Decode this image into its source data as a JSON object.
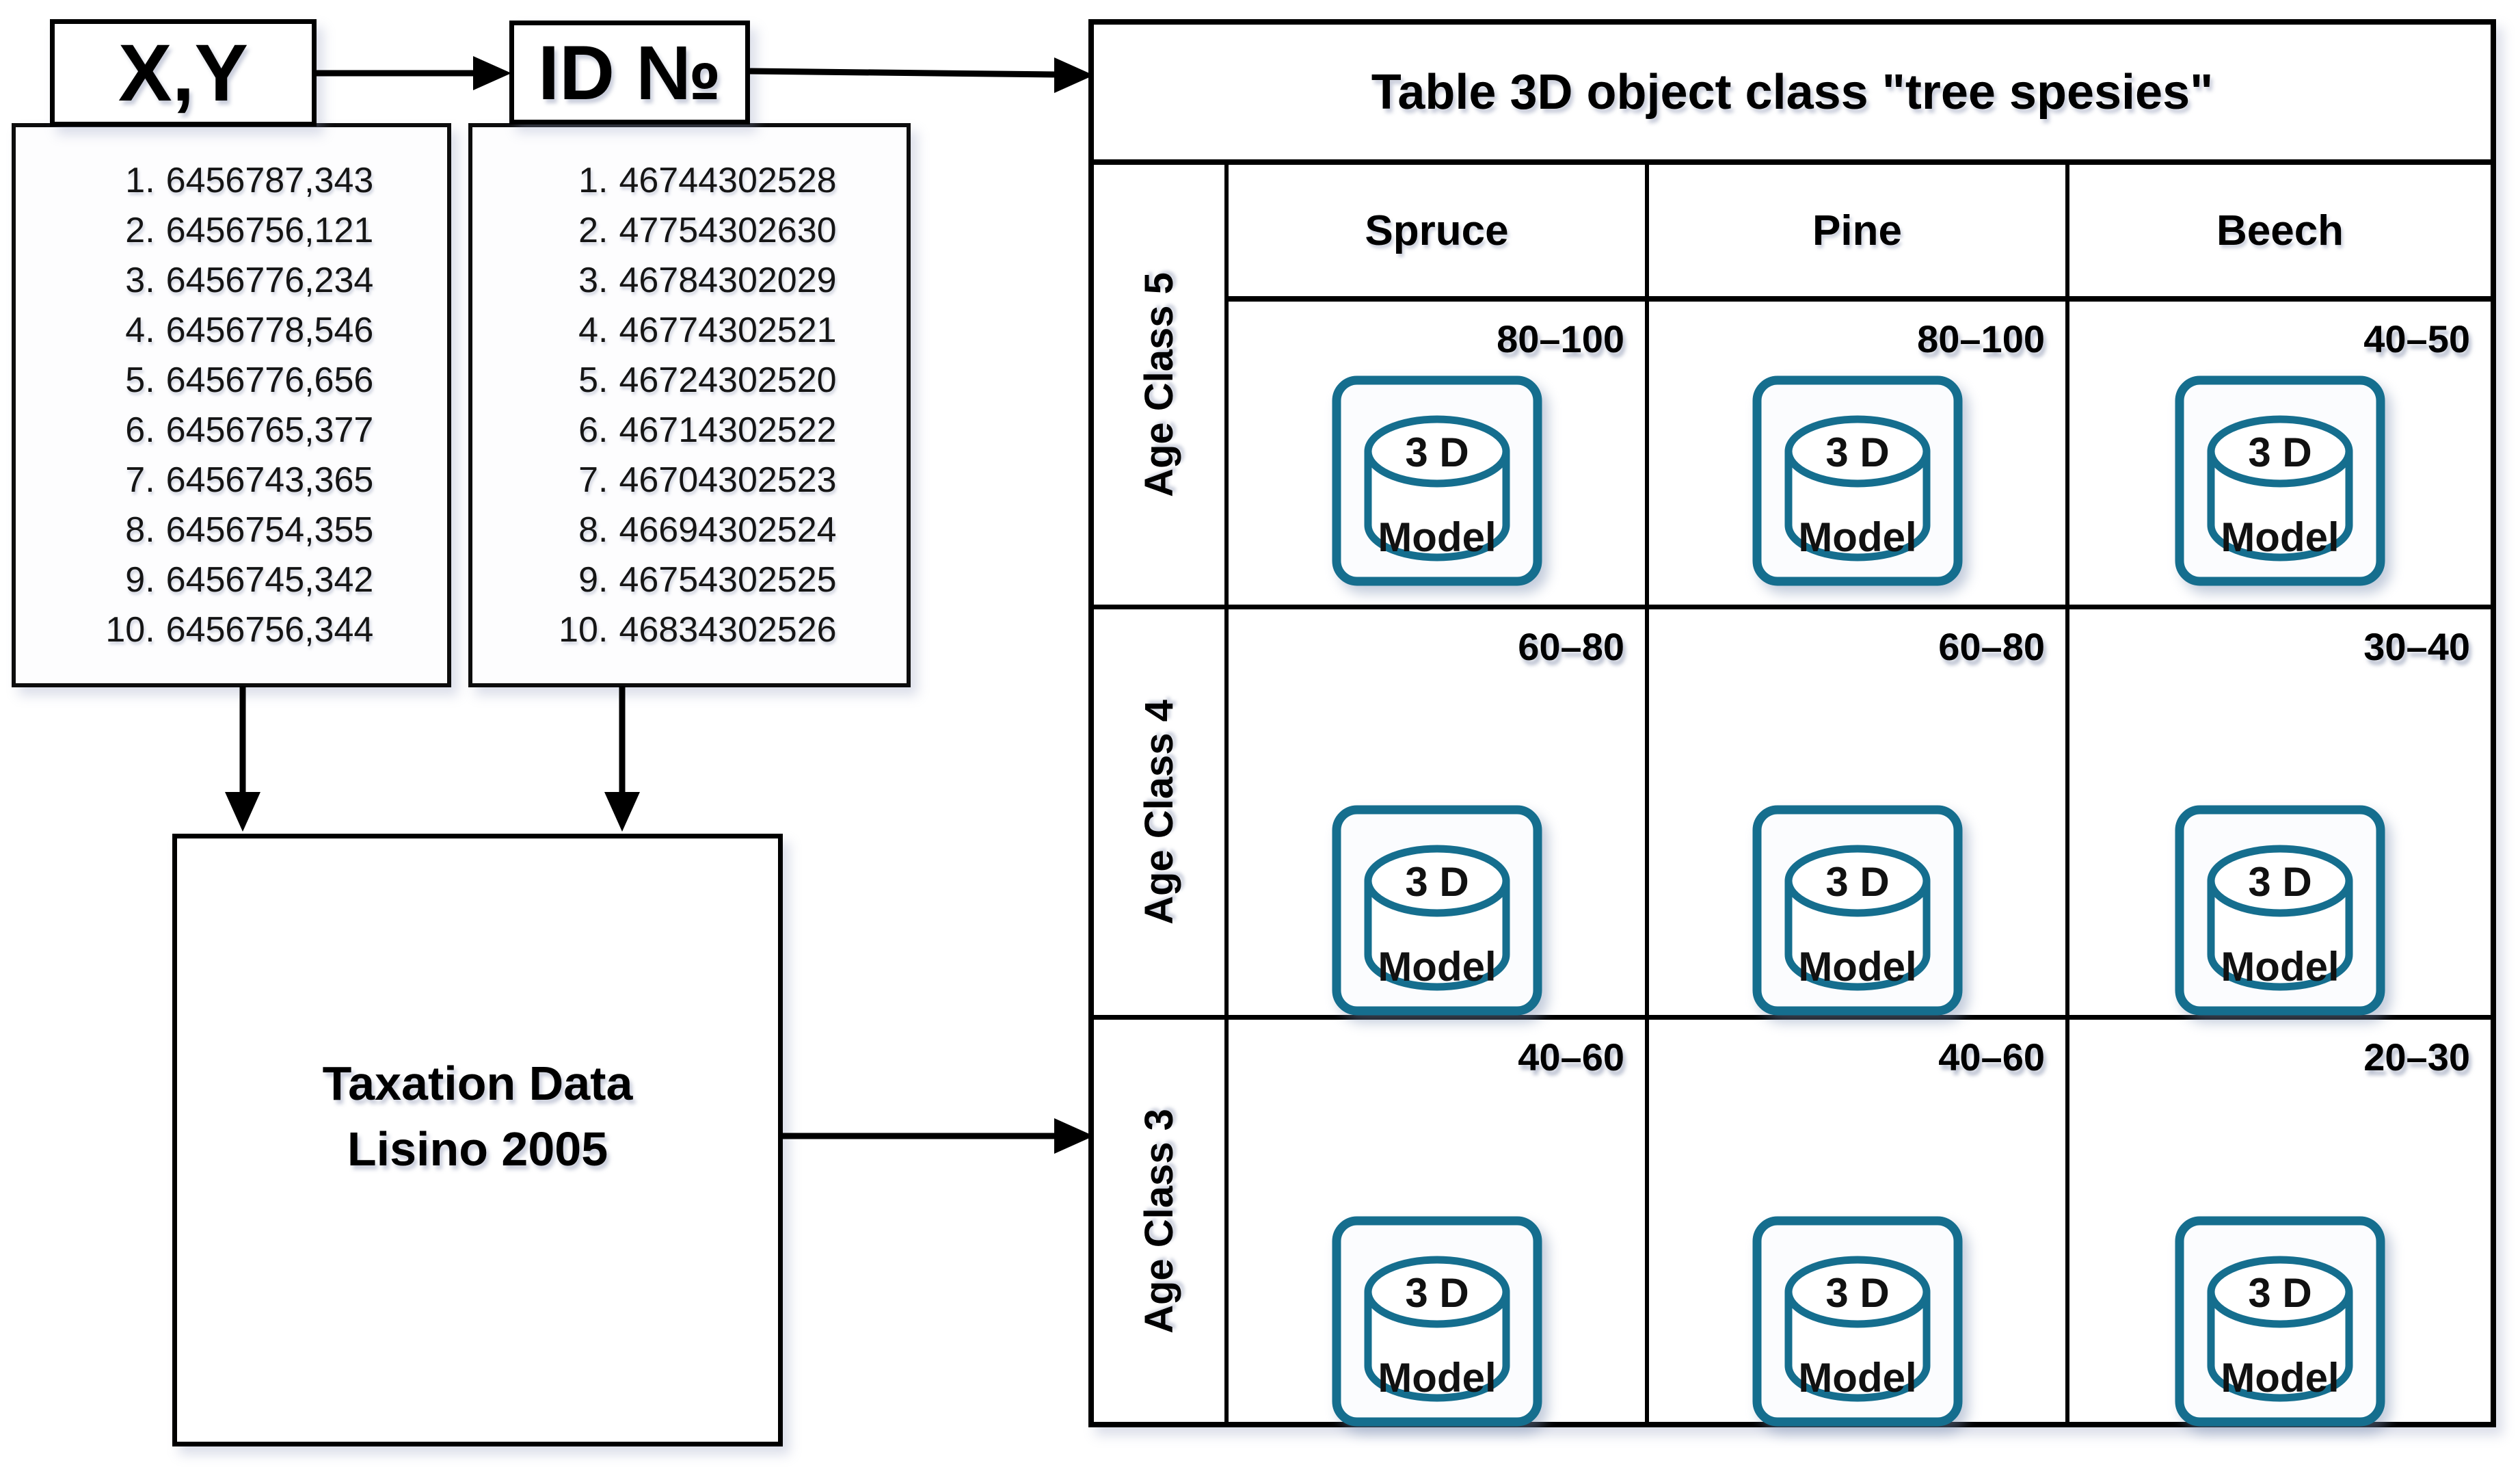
{
  "diagram": {
    "xy_panel": {
      "title": "X,Y",
      "items": [
        "1. 6456787,343",
        "2. 6456756,121",
        "3. 6456776,234",
        "4. 6456778,546",
        "5. 6456776,656",
        "6. 6456765,377",
        "7. 6456743,365",
        "8. 6456754,355",
        "9. 6456745,342",
        "10. 6456756,344"
      ]
    },
    "id_panel": {
      "title": "ID №",
      "items": [
        "1. 46744302528",
        "2. 47754302630",
        "3. 46784302029",
        "4. 46774302521",
        "5. 46724302520",
        "6. 46714302522",
        "7. 46704302523",
        "8. 46694302524",
        "9. 46754302525",
        "10. 46834302526"
      ]
    },
    "taxation_box": {
      "line1": "Taxation Data",
      "line2": "Lisino 2005"
    },
    "table": {
      "title": "Table 3D object class \"tree spesies\"",
      "species_columns": [
        "Spruce",
        "Pine",
        "Beech"
      ],
      "age_rows": [
        {
          "label": "Age Class 5",
          "values": [
            "80–100",
            "80–100",
            "40–50"
          ]
        },
        {
          "label": "Age Class 4",
          "values": [
            "60–80",
            "60–80",
            "30–40"
          ]
        },
        {
          "label": "Age Class 3",
          "values": [
            "40–60",
            "40–60",
            "20–30"
          ]
        }
      ],
      "model_icon": {
        "top_label": "3 D",
        "bottom_label": "Model"
      }
    },
    "colors": {
      "accent_teal": "#156e8e",
      "ink": "#000000"
    }
  }
}
